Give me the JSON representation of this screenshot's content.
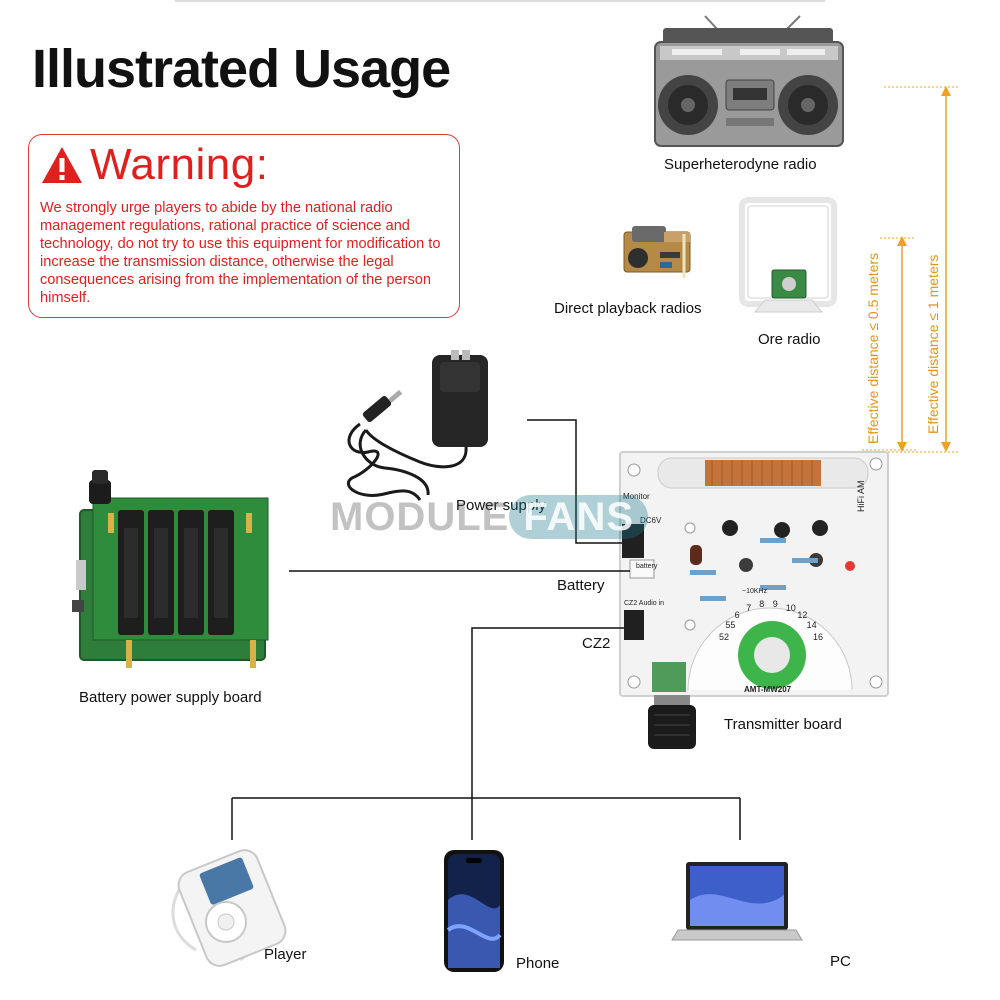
{
  "title": "Illustrated Usage",
  "warning": {
    "heading": "Warning:",
    "body": "We strongly urge players to abide by the national radio management regulations, rational practice of science and technology, do not try to use this equipment for modification to increase the transmission distance, otherwise the legal consequences arising from the implementation of the person himself."
  },
  "labels": {
    "superhet": "Superheterodyne radio",
    "direct": "Direct playback radios",
    "ore": "Ore radio",
    "power": "Power supply",
    "battery": "Battery",
    "cz2": "CZ2",
    "battery_board": "Battery power supply board",
    "transmitter": "Transmitter board",
    "player": "Player",
    "phone": "Phone",
    "pc": "PC"
  },
  "distances": {
    "half": "Effective distance ≤ 0.5 meters",
    "one": "Effective distance ≤ 1 meters"
  },
  "board_text": {
    "model": "AMT-MW207",
    "mode": "HiFi AM",
    "freq": "~10KHz",
    "audio_in": "CZ2 Audio in",
    "monitor": "Monitor",
    "dc": "DC6V",
    "battery_pin": "battery",
    "dial": [
      "52",
      "55",
      "6",
      "7",
      "8",
      "9",
      "10",
      "12",
      "14",
      "16"
    ]
  },
  "watermark": {
    "a": "MODULE",
    "b": "FANS"
  },
  "colors": {
    "warning": "#e0201d",
    "arrow": "#f0a020",
    "board_green": "#2e7d3a"
  }
}
